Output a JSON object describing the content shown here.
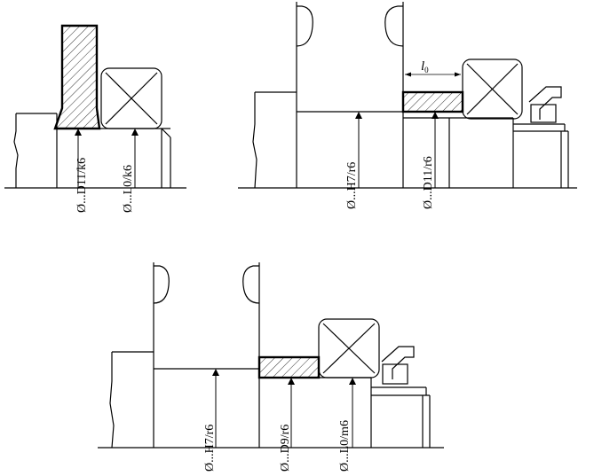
{
  "diagram_a": {
    "fit_sleeve": "Ø...D11/k6",
    "fit_bearing": "Ø...L0/k6"
  },
  "diagram_b": {
    "fit_gear": "Ø...H7/r6",
    "fit_sleeve": "Ø...D11/r6",
    "dimension_label": "l",
    "dimension_subscript": "0"
  },
  "diagram_c": {
    "fit_gear": "Ø...H7/r6",
    "fit_sleeve": "Ø...D9/r6",
    "fit_bearing": "Ø...L0/m6"
  }
}
